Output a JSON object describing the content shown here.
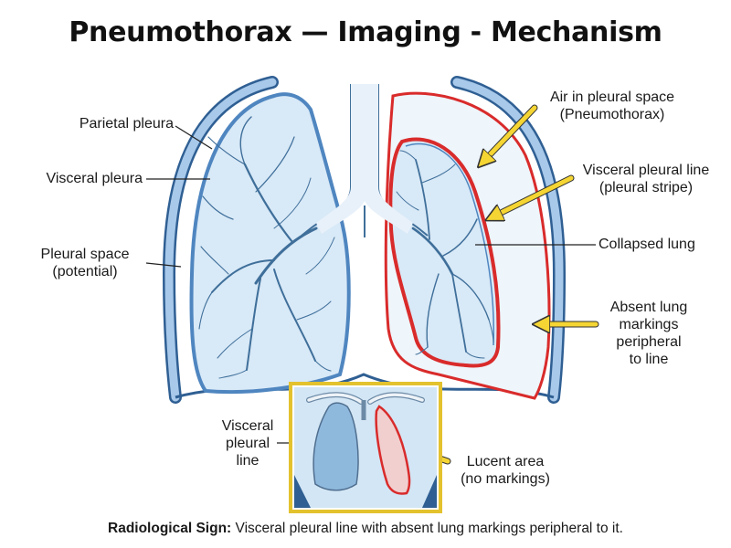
{
  "title": "Pneumothorax — Imaging - Mechanism",
  "labels": {
    "parietal_pleura": "Parietal pleura",
    "visceral_pleura": "Visceral pleura",
    "pleural_space_line1": "Pleural space",
    "pleural_space_line2": "(potential)",
    "air_line1": "Air in pleural space",
    "air_line2": "(Pneumothorax)",
    "vpl_line1": "Visceral pleural line",
    "vpl_line2": "(pleural stripe)",
    "collapsed_lung": "Collapsed lung",
    "absent_line1": "Absent lung",
    "absent_line2": "markings",
    "absent_line3": "peripheral",
    "absent_line4": "to line",
    "inset_vpl_line1": "Visceral",
    "inset_vpl_line2": "pleural",
    "inset_vpl_line3": "line",
    "lucent_line1": "Lucent area",
    "lucent_line2": "(no markings)"
  },
  "caption": {
    "bold": "Radiological Sign:",
    "text": " Visceral pleural line with absent lung markings peripheral to it."
  },
  "colors": {
    "pleura_blue": "#5b8fc9",
    "lung_fill": "#d8e9f7",
    "airway_blue": "#3f6f9a",
    "pneumothorax_red": "#d92b2b",
    "arrow_yellow": "#f5d533",
    "inset_border": "#e3c22e"
  }
}
